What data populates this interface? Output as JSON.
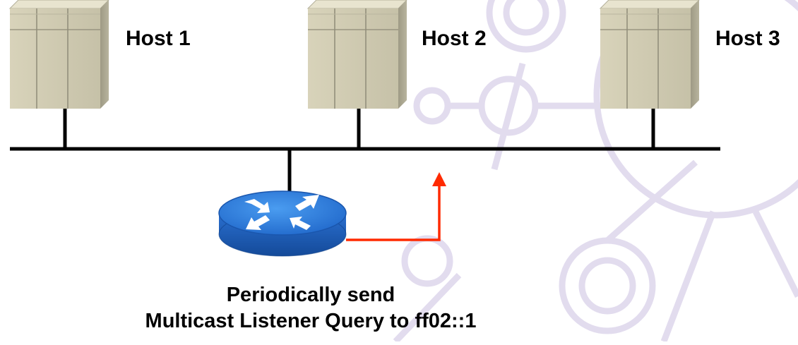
{
  "hosts": [
    {
      "label": "Host 1"
    },
    {
      "label": "Host 2"
    },
    {
      "label": "Host 3"
    }
  ],
  "router": {
    "icon": "router-icon"
  },
  "message": {
    "line1": "Periodically send",
    "line2": "Multicast Listener Query to ff02::1"
  },
  "colors": {
    "background_pattern": "#d9d2ea",
    "server_front": "#d2cdb4",
    "server_side": "#a6a28d",
    "server_top": "#e6e2cc",
    "router_top": "#2f7fd8",
    "router_side": "#1f5fb5",
    "query_arrow": "#ff2a00",
    "lines": "#000000"
  }
}
